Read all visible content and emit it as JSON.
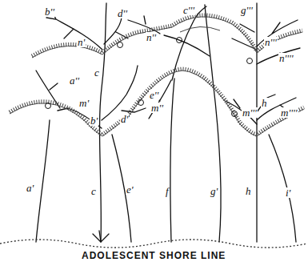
{
  "diagram": {
    "labels": [
      "b''",
      "d''",
      "c'''",
      "g'''",
      "n'",
      "n''",
      "n'''",
      "n''''",
      "a''",
      "c",
      "m'",
      "b'",
      "d'",
      "e''",
      "m''",
      "h",
      "m'''",
      "m''''",
      "a'",
      "c",
      "e'",
      "f",
      "g'",
      "h",
      "i'",
      "ADOLESCENT SHORE LINE"
    ]
  }
}
